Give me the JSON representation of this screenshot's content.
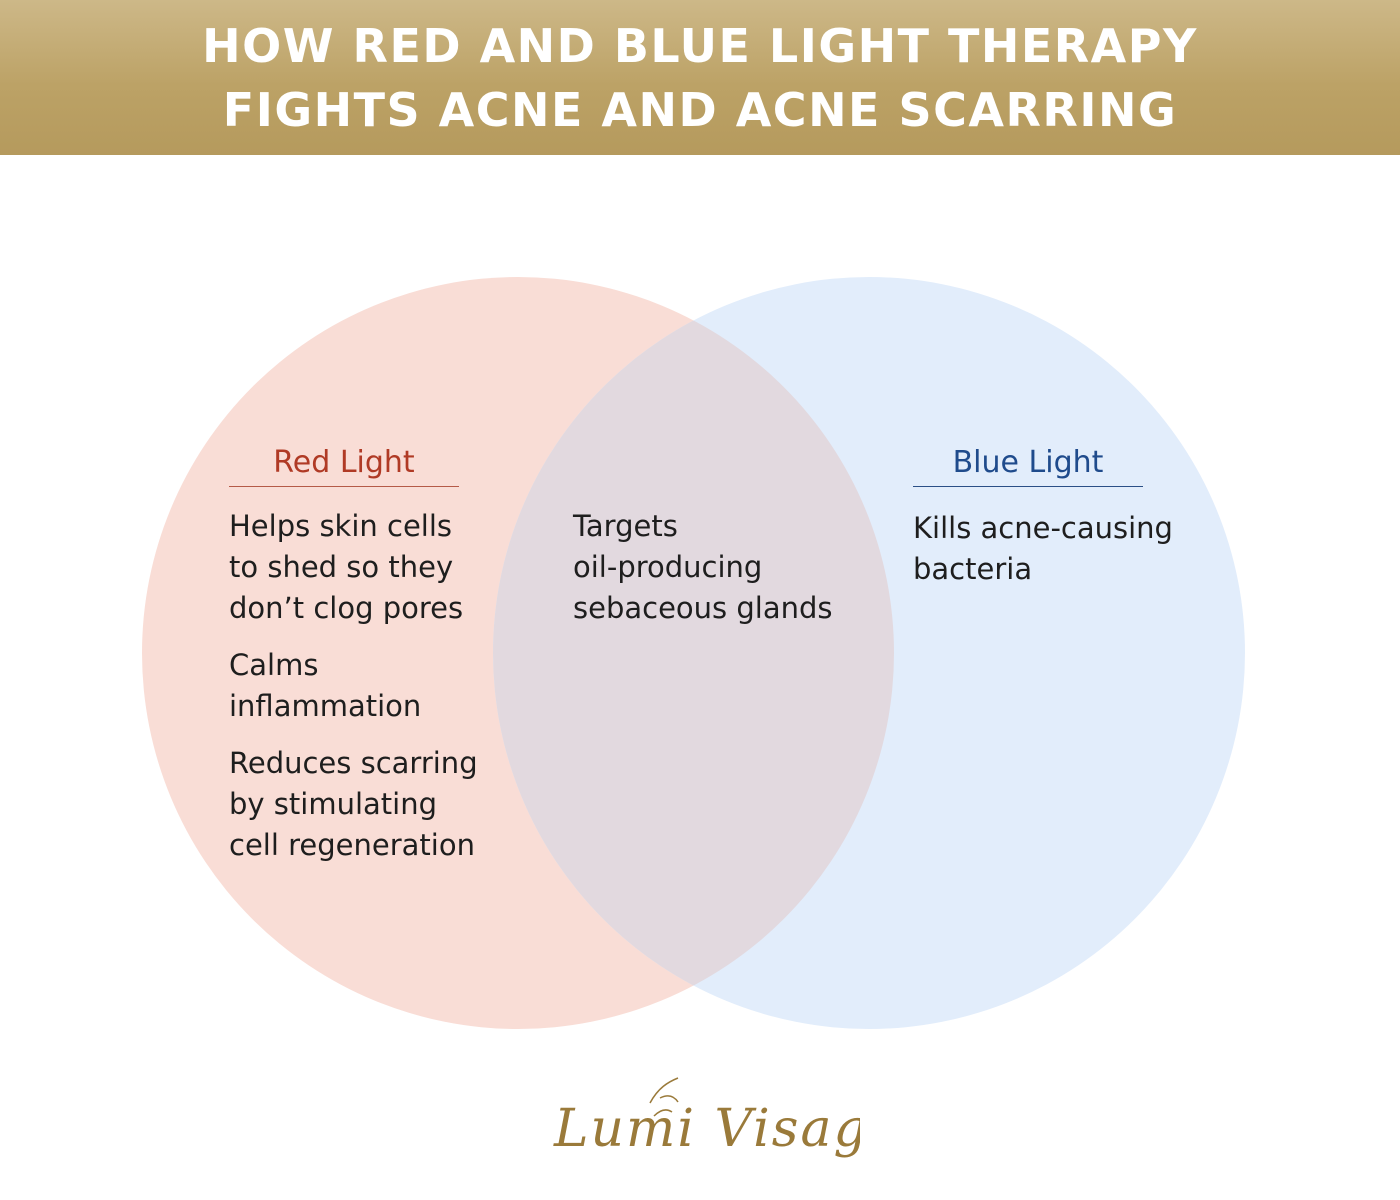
{
  "header": {
    "title_line_1": "HOW RED AND BLUE LIGHT THERAPY",
    "title_line_2": "FIGHTS ACNE AND ACNE SCARRING"
  },
  "colors": {
    "header_gold": "#bca266",
    "red_circle": "#f9ddd6",
    "blue_circle": "#e2edfb",
    "overlap": "#e2d9df",
    "red_accent": "#b03a25",
    "blue_accent": "#1f4b8c"
  },
  "red_set": {
    "title": "Red Light",
    "items": [
      "Helps skin cells\nto shed so they\ndon’t clog pores",
      "Calms\ninflammation",
      "Reduces scarring\nby stimulating\ncell regeneration"
    ]
  },
  "overlap": {
    "items": [
      "Targets\noil-producing\nsebaceous glands"
    ]
  },
  "blue_set": {
    "title": "Blue Light",
    "items": [
      "Kills acne-causing\nbacteria"
    ]
  },
  "logo": {
    "text": "Lumi Visage"
  }
}
